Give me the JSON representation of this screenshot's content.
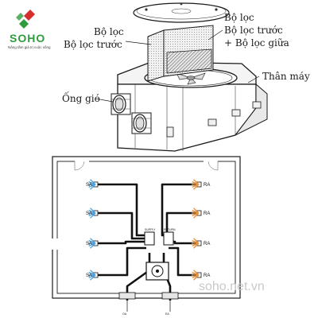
{
  "logo": {
    "brand": "SOHO",
    "tagline": "Nâng tầm giá trị cuộc sống"
  },
  "labels": {
    "filter_left_line1": "Bộ lọc",
    "filter_left_line2": "Bộ lọc trước",
    "filter_right_line1": "Bộ lọc",
    "filter_right_line2": "Bộ lọc trước",
    "filter_right_line3": "+ Bộ lọc giữa",
    "body": "Thân máy",
    "duct": "Ống gió"
  },
  "plan": {
    "supply_label": "SA",
    "return_label": "RA",
    "supply_count": 4,
    "return_count": 4,
    "supply_color": "#4aa3df",
    "return_color": "#e8913a"
  },
  "watermark": "soho.net.vn"
}
